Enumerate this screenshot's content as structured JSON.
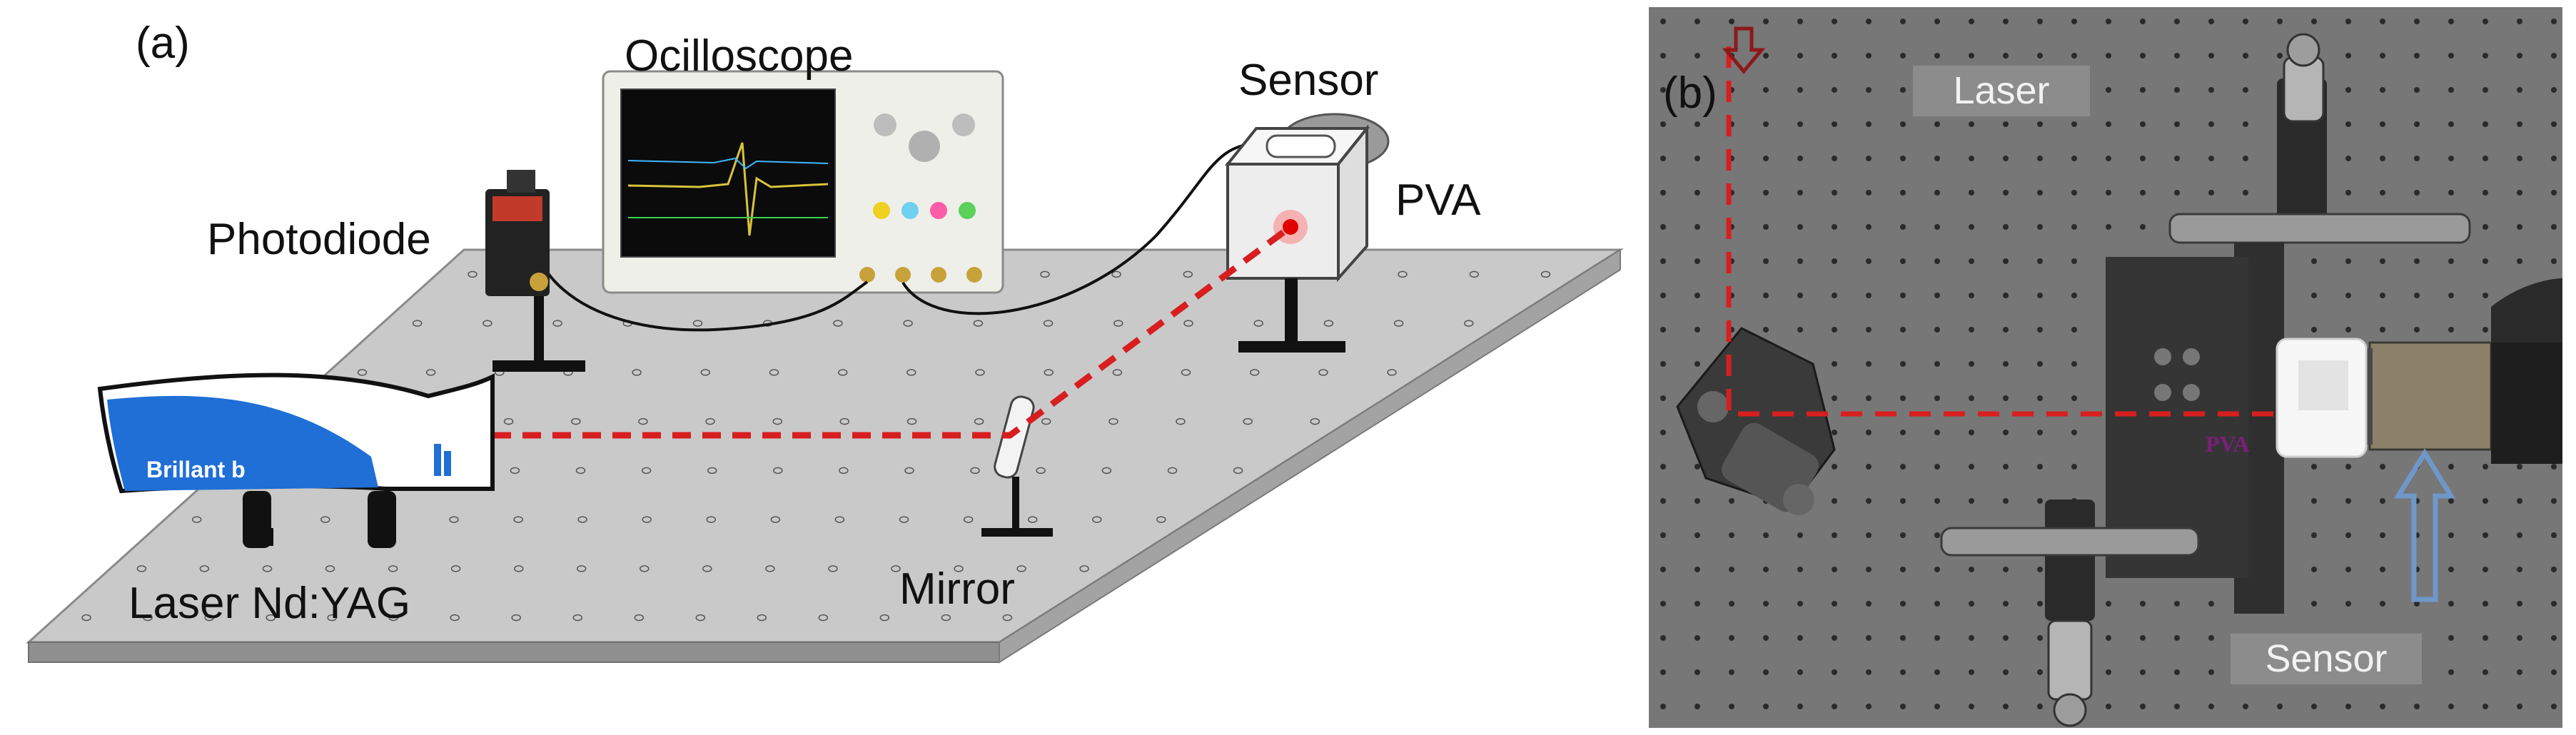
{
  "panels": {
    "a": {
      "tag": "(a)"
    },
    "b": {
      "tag": "(b)"
    }
  },
  "setup_labels": {
    "oscilloscope": "Ocilloscope",
    "sensor": "Sensor",
    "pva": "PVA",
    "photodiode": "Photodiode",
    "laser": "Laser Nd:YAG",
    "mirror": "Mirror",
    "laser_brand": "Brillant b"
  },
  "photo_labels": {
    "laser": "Laser",
    "sensor": "Sensor",
    "sample": "PVA"
  },
  "colors": {
    "beam": "#d81e1e",
    "table": "#c9c9c9",
    "laser_body": "#1f6fd6",
    "photo_background": "#6e6e6e",
    "tag_background": "#8c8c8c",
    "laser_arrow": "#8b1a1a",
    "sensor_arrow": "#6f97c9"
  }
}
